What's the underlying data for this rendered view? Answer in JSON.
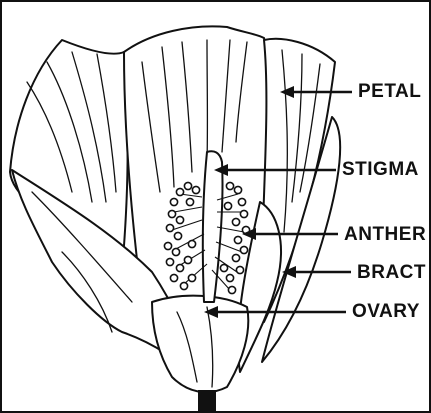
{
  "labels": {
    "petal": "PETAL",
    "stigma": "STIGMA",
    "anther": "ANTHER",
    "bract": "BRACT",
    "ovary": "OVARY"
  },
  "colors": {
    "ink": "#111111",
    "paper": "#ffffff"
  }
}
